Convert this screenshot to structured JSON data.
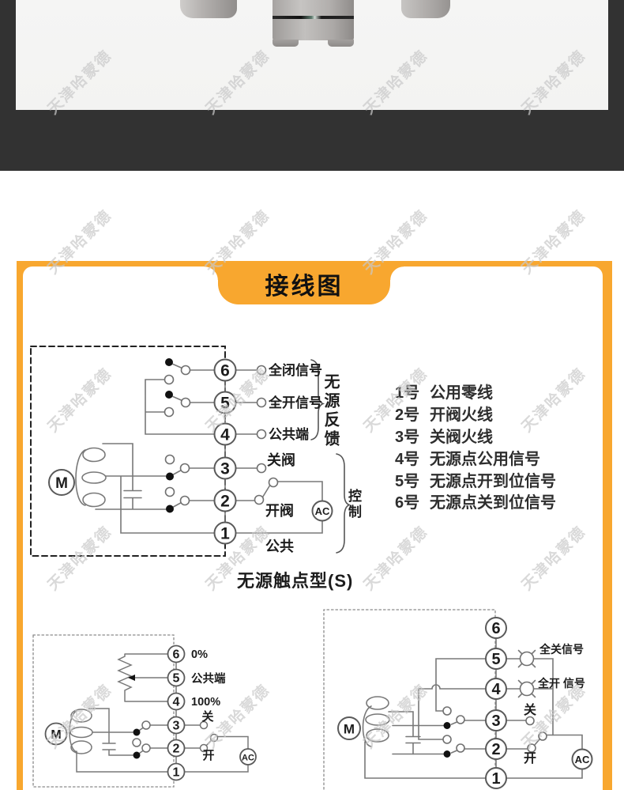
{
  "watermark": {
    "text": "天津哈蒙德"
  },
  "header": {
    "title": "接线图"
  },
  "colors": {
    "accent_orange": "#F8A72F",
    "dark_band": "#323232",
    "photo_bg": "#f4f4f3"
  },
  "diagram_main": {
    "terminals": [
      "6",
      "5",
      "4",
      "3",
      "2",
      "1"
    ],
    "motor": "M",
    "ac": "AC",
    "label_t6": "全闭信号",
    "label_t5": "全开信号",
    "label_t4": "公共端",
    "label_t3": "关阀",
    "label_t2": "开阀",
    "label_t1": "公共",
    "bracket_feedback": "无源反馈",
    "bracket_control": "控制",
    "caption": "无源触点型(S)"
  },
  "terminal_list": [
    {
      "no": "1号",
      "desc": "公用零线"
    },
    {
      "no": "2号",
      "desc": "开阀火线"
    },
    {
      "no": "3号",
      "desc": "关阀火线"
    },
    {
      "no": "4号",
      "desc": "无源点公用信号"
    },
    {
      "no": "5号",
      "desc": "无源点开到位信号"
    },
    {
      "no": "6号",
      "desc": "无源点关到位信号"
    }
  ],
  "diagram_left": {
    "terminals": [
      "6",
      "5",
      "4",
      "3",
      "2",
      "1"
    ],
    "motor": "M",
    "ac": "AC",
    "label_t6": "0%",
    "label_t5": "公共端",
    "label_t4": "100%",
    "label_t3": "关",
    "label_t2": "开"
  },
  "diagram_right": {
    "terminals": [
      "6",
      "5",
      "4",
      "3",
      "2",
      "1"
    ],
    "motor": "M",
    "ac": "AC",
    "label_lamp5": "全关信号",
    "label_lamp4": "全开 信号",
    "label_t3": "关",
    "label_t2": "开"
  }
}
